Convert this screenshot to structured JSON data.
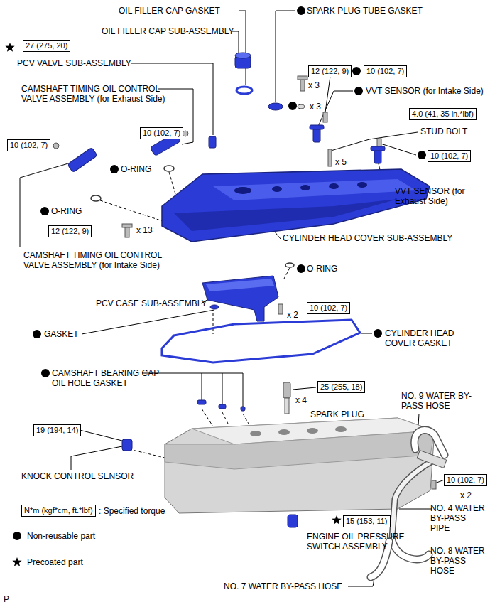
{
  "diagram": {
    "nodes": [
      {
        "text": [
          "27 (275, 20)"
        ]
      },
      {
        "text": [
          "12 (122, 9)"
        ]
      },
      {
        "text": [
          "10 (102, 7)"
        ]
      },
      {
        "text": [
          "4.0 (41, 35 in.*lbf)"
        ]
      },
      {
        "text": [
          "10 (102, 7)"
        ]
      },
      {
        "text": [
          "10 (102, 7)"
        ]
      },
      {
        "text": [
          "10 (102, 7)"
        ]
      },
      {
        "text": [
          "12 (122, 9)"
        ]
      },
      {
        "text": [
          "10 (102, 7)"
        ]
      },
      {
        "text": [
          "25 (255, 18)"
        ]
      },
      {
        "text": [
          "19 (194, 14)"
        ]
      },
      {
        "text": [
          "10 (102, 7)"
        ]
      },
      {
        "text": [
          "15 (153, 11)"
        ]
      },
      {
        "text": [
          "N*m (kgf*cm, ft.*lbf)"
        ]
      }
    ],
    "labels": [
      "OIL FILLER CAP GASKET",
      "OIL FILLER CAP SUB-ASSEMBLY",
      "SPARK PLUG TUBE GASKET",
      "PCV VALVE SUB-ASSEMBLY",
      "CAMSHAFT TIMING OIL CONTROL VALVE ASSEMBLY (for Exhaust Side)",
      "x 3",
      "x 3",
      "VVT SENSOR (for Intake Side)",
      "STUD BOLT",
      "x 5",
      "O-RING",
      "O-RING",
      "VVT SENSOR (for Exhaust Side)",
      "x 13",
      "CYLINDER HEAD COVER SUB-ASSEMBLY",
      "CAMSHAFT TIMING OIL CONTROL VALVE ASSEMBLY (for Intake Side)",
      "O-RING",
      "PCV CASE SUB-ASSEMBLY",
      "x 2",
      "GASKET",
      "CYLINDER HEAD COVER GASKET",
      "CAMSHAFT BEARING CAP OIL HOLE GASKET",
      "x 4",
      "SPARK PLUG",
      "NO. 9 WATER BY-PASS HOSE",
      "KNOCK CONTROL SENSOR",
      "x 2",
      "NO. 4 WATER BY-PASS PIPE",
      "ENGINE OIL PRESSURE SWITCH ASSEMBLY",
      "NO. 8 WATER BY-PASS HOSE",
      "NO. 7 WATER BY-PASS HOSE",
      "P"
    ],
    "legend": [
      {
        "text": ": Specified torque"
      },
      {
        "text": "Non-reusable part"
      },
      {
        "text": "Precoated part"
      }
    ]
  }
}
